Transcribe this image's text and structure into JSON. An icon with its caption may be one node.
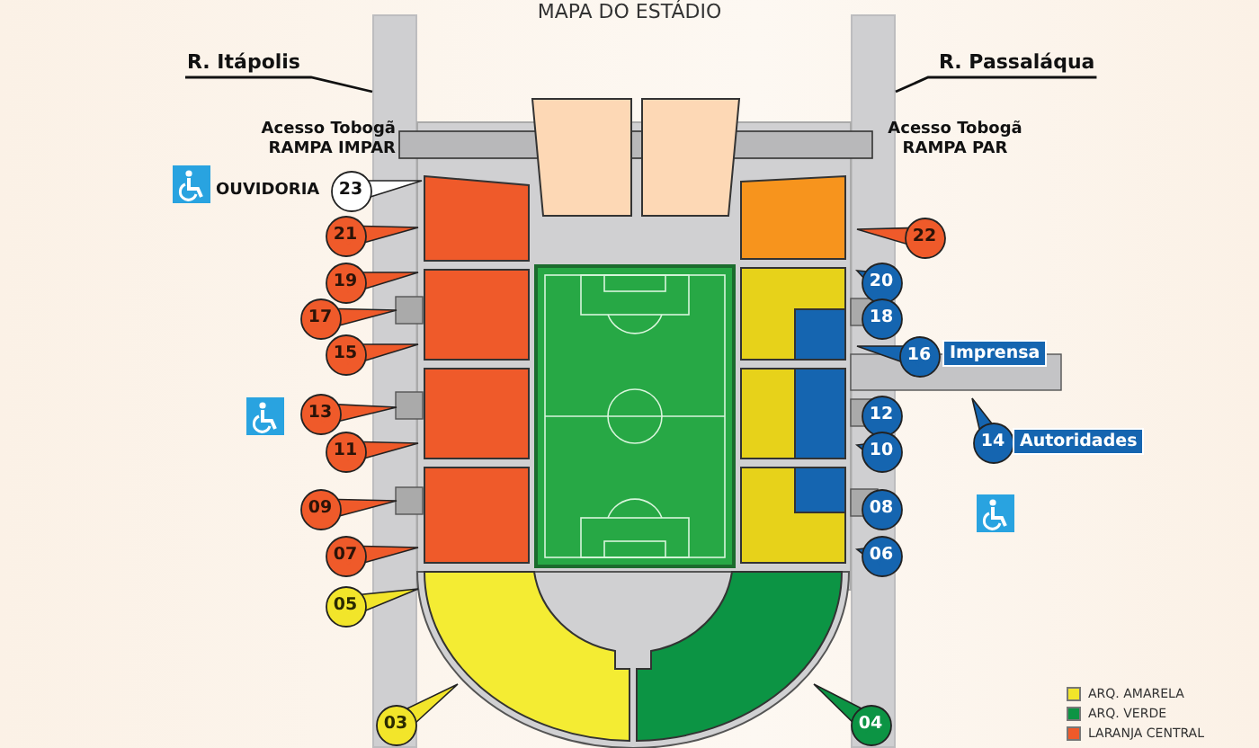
{
  "diagram": {
    "title": "MAPA DO ESTÁDIO",
    "nodes": [
      {
        "text": [
          "R. Itápolis"
        ]
      },
      {
        "text": [],
        "shape": "bar"
      },
      {
        "text": [
          "R. Passaláqua"
        ]
      },
      {
        "text": [],
        "shape": "bar"
      },
      {
        "text": [
          "23"
        ]
      },
      {
        "text": [
          "21"
        ]
      },
      {
        "text": [
          "22"
        ]
      },
      {
        "text": [
          "19"
        ]
      },
      {
        "text": [
          "20"
        ]
      },
      {
        "text": [
          "17"
        ]
      },
      {
        "text": [
          "18"
        ]
      },
      {
        "text": [
          "15"
        ]
      },
      {
        "text": [
          "16"
        ]
      },
      {
        "text": [
          "Imprensa"
        ]
      },
      {
        "text": [
          "13"
        ]
      },
      {
        "text": [
          "12"
        ]
      },
      {
        "text": [
          "14"
        ]
      },
      {
        "text": [
          "Autoridades"
        ]
      },
      {
        "text": [
          "11"
        ]
      },
      {
        "text": [
          "10"
        ]
      },
      {
        "text": [
          "09"
        ]
      },
      {
        "text": [
          "08"
        ]
      },
      {
        "text": [
          "07"
        ]
      },
      {
        "text": [
          "06"
        ]
      },
      {
        "text": [
          "05"
        ]
      },
      {
        "text": [
          "03"
        ]
      },
      {
        "text": [
          "04"
        ]
      }
    ],
    "edges": [
      {
        "from": 0,
        "to": 1,
        "arrow": "none"
      },
      {
        "from": 2,
        "to": 3,
        "arrow": "none"
      }
    ],
    "labels": [
      "Acesso Tobogã RAMPA IMPAR",
      "Acesso Tobogã RAMPA PAR",
      "OUVIDORIA"
    ],
    "legend": [
      {
        "text": "ARQ. AMARELA",
        "color": "#f2e52a"
      },
      {
        "text": "ARQ. VERDE",
        "color": "#0c9444"
      },
      {
        "text": "LARANJA CENTRAL",
        "color": "#ef5a2a"
      }
    ]
  }
}
